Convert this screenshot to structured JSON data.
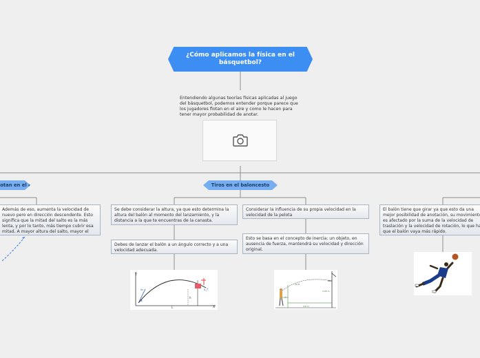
{
  "root": {
    "title": "¿Cómo aplicamos la física en el básquetbol?"
  },
  "intro": "Entendiendo algunas teorías físicas aplicadas al juego del básquetbol, podemos entender porque parece que los jugadores flotan en el aire y como le hacen para tener mayor probabilidad de anotar.",
  "photo_placeholder": {
    "icon": "camera-icon"
  },
  "branches": {
    "left": "¿Por qué parece que flotan en el aire?",
    "center": "Tiros en el baloncesto"
  },
  "cards": {
    "left_1": "Además de eso, aumenta la velocidad de nuevo pero en dirección descendente. Esto significa que la mitad del salto es la más lenta, y por lo tanto, más tiempo cubrir esa mitad. A mayor altura del salto, mayor el tiempo de suspensión.",
    "center_a1": "Se debe considerar la altura, ya que esto determina la altura del balón al momento del lanzamiento, y la distancia a la que te encuentras de la canasta.",
    "center_a2": "Debes de lanzar el balón a un ángulo correcto y a una velocidad adecuada.",
    "center_b1": "Considerar la influencia de su propia velocidad en la velocidad de la pelota",
    "center_b2": "Esto se basa en el concepto de inercia: un objeto, en ausencia de fuerza, mantendrá su velocidad y dirección original.",
    "right_1": "El balón tiene que girar ya que esto da una mejor posibilidad de anotación, su movimiento es afectado por la suma de la velocidad de traslación y la velocidad de rotación, lo que hace que el balón vaya más rápido."
  },
  "images": {
    "trajectory": {
      "y_label": "Y",
      "x_label": "X",
      "v0": "v₀",
      "theta": "θ",
      "h_label": "h",
      "l_label": "L",
      "vf": "v_f"
    },
    "player_diagram": {
      "labels": [
        "10 ft",
        "1.68m",
        "3.05 m",
        "4.6 m"
      ]
    },
    "dunk_photo": {}
  },
  "colors": {
    "root": "#3d8ef2",
    "branch": "#77aef0",
    "line": "#9a9a9a"
  }
}
